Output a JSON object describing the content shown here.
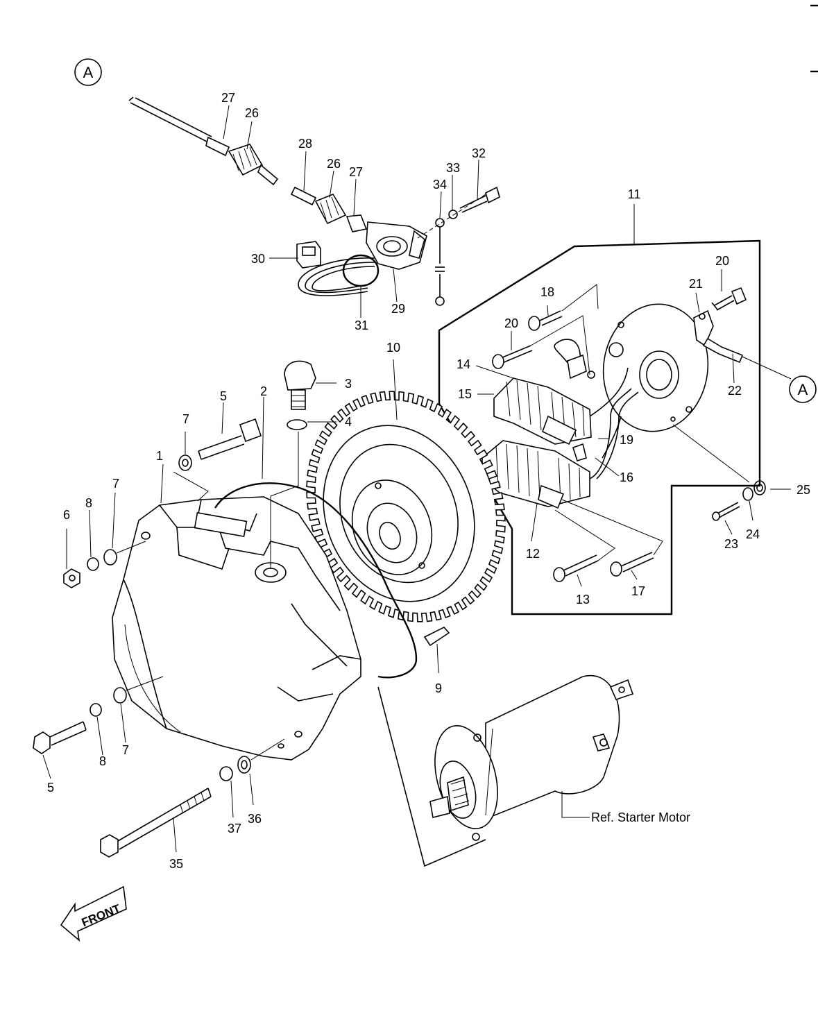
{
  "labels": [
    {
      "id": "1",
      "text": "1"
    },
    {
      "id": "2",
      "text": "2"
    },
    {
      "id": "3",
      "text": "3"
    },
    {
      "id": "4",
      "text": "4"
    },
    {
      "id": "5a",
      "text": "5"
    },
    {
      "id": "5b",
      "text": "5"
    },
    {
      "id": "6",
      "text": "6"
    },
    {
      "id": "7a",
      "text": "7"
    },
    {
      "id": "7b",
      "text": "7"
    },
    {
      "id": "7c",
      "text": "7"
    },
    {
      "id": "8a",
      "text": "8"
    },
    {
      "id": "8b",
      "text": "8"
    },
    {
      "id": "9",
      "text": "9"
    },
    {
      "id": "10",
      "text": "10"
    },
    {
      "id": "11",
      "text": "11"
    },
    {
      "id": "12",
      "text": "12"
    },
    {
      "id": "13",
      "text": "13"
    },
    {
      "id": "14",
      "text": "14"
    },
    {
      "id": "15",
      "text": "15"
    },
    {
      "id": "16",
      "text": "16"
    },
    {
      "id": "17",
      "text": "17"
    },
    {
      "id": "18",
      "text": "18"
    },
    {
      "id": "19",
      "text": "19"
    },
    {
      "id": "20a",
      "text": "20"
    },
    {
      "id": "20b",
      "text": "20"
    },
    {
      "id": "21",
      "text": "21"
    },
    {
      "id": "22",
      "text": "22"
    },
    {
      "id": "23",
      "text": "23"
    },
    {
      "id": "24",
      "text": "24"
    },
    {
      "id": "25",
      "text": "25"
    },
    {
      "id": "26a",
      "text": "26"
    },
    {
      "id": "26b",
      "text": "26"
    },
    {
      "id": "27a",
      "text": "27"
    },
    {
      "id": "27b",
      "text": "27"
    },
    {
      "id": "28",
      "text": "28"
    },
    {
      "id": "29",
      "text": "29"
    },
    {
      "id": "30",
      "text": "30"
    },
    {
      "id": "31",
      "text": "31"
    },
    {
      "id": "32",
      "text": "32"
    },
    {
      "id": "33",
      "text": "33"
    },
    {
      "id": "34",
      "text": "34"
    },
    {
      "id": "35",
      "text": "35"
    },
    {
      "id": "36",
      "text": "36"
    },
    {
      "id": "37",
      "text": "37"
    }
  ],
  "reference_marker": "A",
  "starter_motor_ref": "Ref. Starter Motor",
  "front_arrow": "FRONT"
}
